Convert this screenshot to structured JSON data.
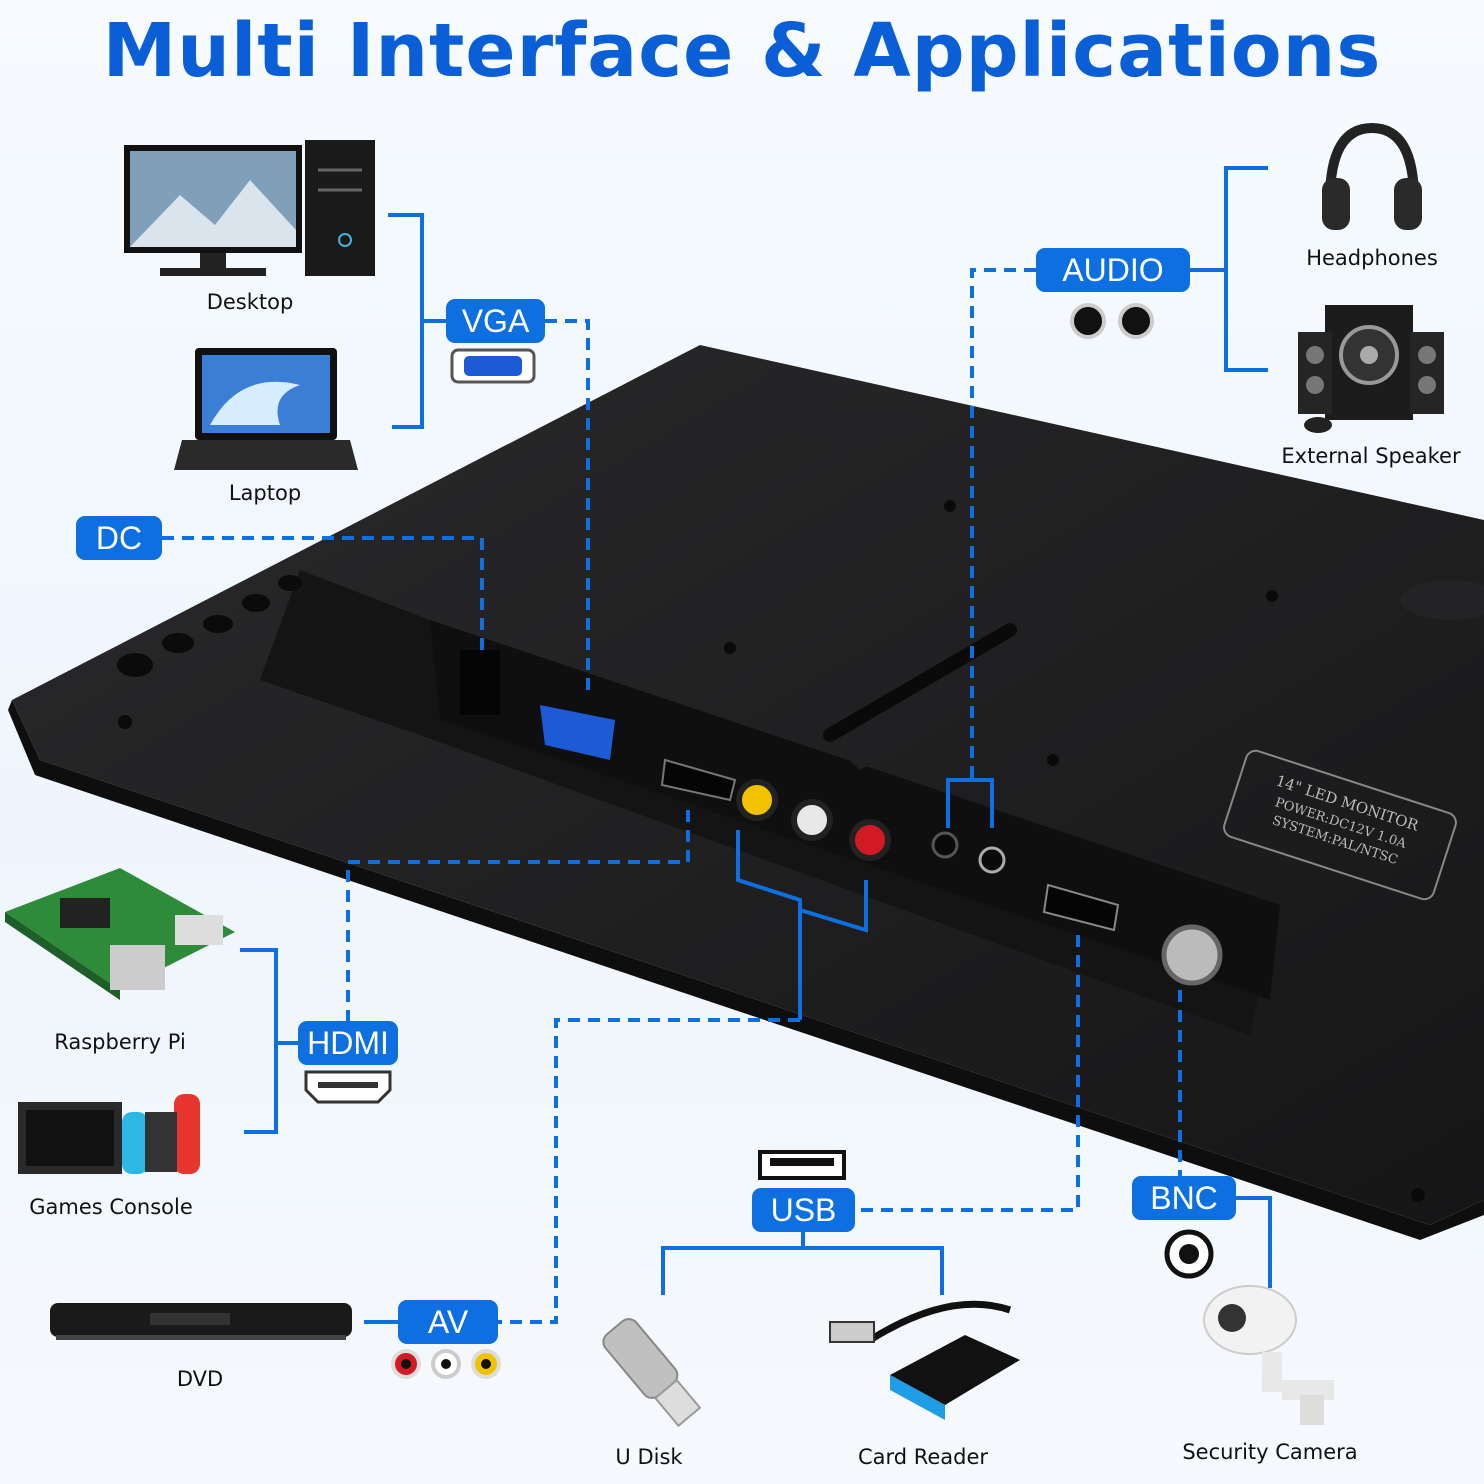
{
  "title": "Multi Interface & Applications",
  "interfaces": {
    "vga": "VGA",
    "audio": "AUDIO",
    "dc": "DC",
    "hdmi": "HDMI",
    "usb": "USB",
    "bnc": "BNC",
    "av": "AV"
  },
  "devices": {
    "desktop": "Desktop",
    "laptop": "Laptop",
    "headphones": "Headphones",
    "external_speaker": "External Speaker",
    "raspberry_pi": "Raspberry Pi",
    "games_console": "Games Console",
    "dvd": "DVD",
    "u_disk": "U Disk",
    "card_reader": "Card Reader",
    "security_camera": "Security Camera"
  },
  "monitor_label": {
    "model": "14\" LED MONITOR",
    "power": "POWER:DC12V 1.0A",
    "system": "SYSTEM:PAL/NTSC"
  },
  "colors": {
    "accent": "#0d6fe0",
    "monitor": "#1c1c1e"
  }
}
